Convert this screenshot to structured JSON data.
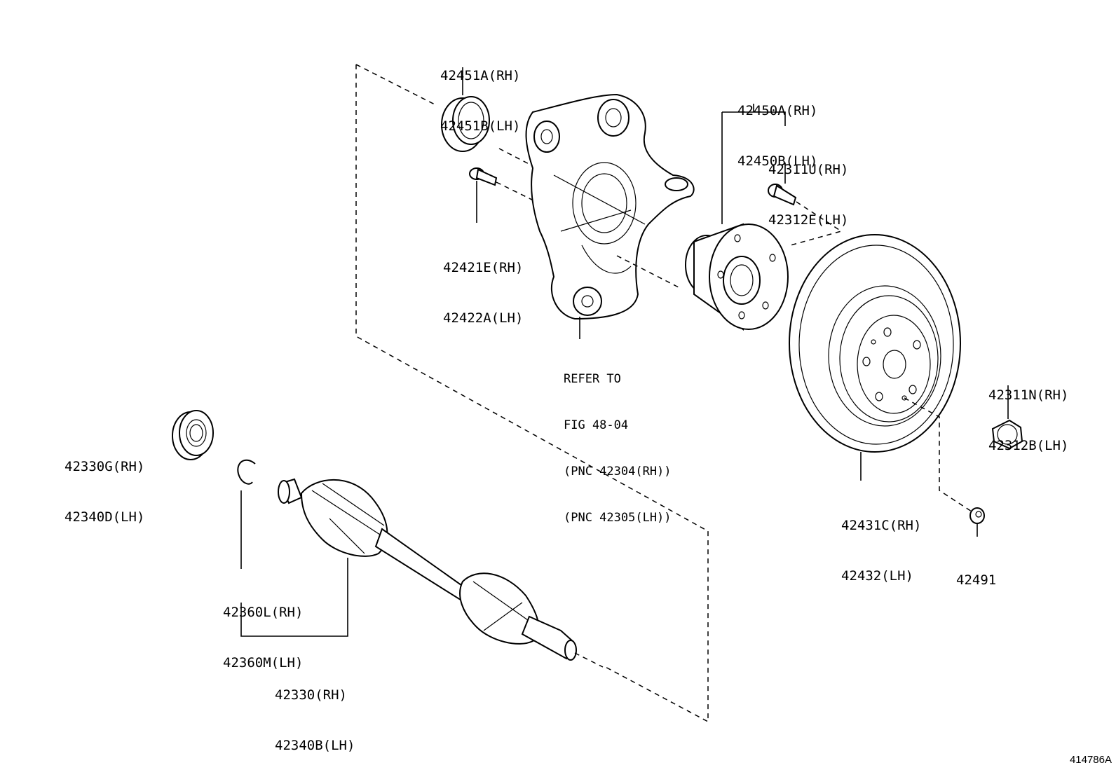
{
  "callouts": {
    "bearing_cap": {
      "line1": "42451A(RH)",
      "line2": "42451B(LH)"
    },
    "hub_bearing": {
      "line1": "42450A(RH)",
      "line2": "42450B(LH)"
    },
    "hub_bolt": {
      "line1": "42311U(RH)",
      "line2": "42312E(LH)"
    },
    "knuckle_bolt": {
      "line1": "42421E(RH)",
      "line2": "42422A(LH)"
    },
    "knuckle_ref": {
      "line1": "REFER TO",
      "line2": "FIG 48-04",
      "line3": "(PNC 42304(RH))",
      "line4": "(PNC 42305(LH))"
    },
    "hub_nut": {
      "line1": "42311N(RH)",
      "line2": "42312B(LH)"
    },
    "oil_seal": {
      "line1": "42330G(RH)",
      "line2": "42340D(LH)"
    },
    "disc_rotor": {
      "line1": "42431C(RH)",
      "line2": "42432(LH)"
    },
    "rotor_screw": {
      "line1": "42491"
    },
    "snap_ring": {
      "line1": "42360L(RH)",
      "line2": "42360M(LH)"
    },
    "drive_shaft": {
      "line1": "42330(RH)",
      "line2": "42340B(LH)"
    }
  },
  "illustration_id": "414786A"
}
